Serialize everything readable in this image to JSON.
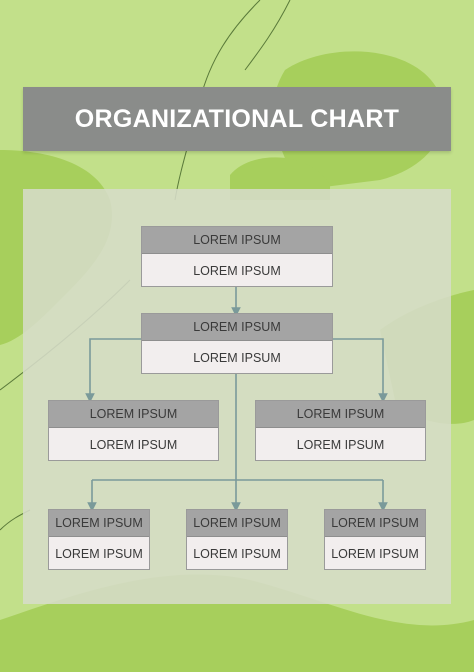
{
  "title": "ORGANIZATIONAL CHART",
  "colors": {
    "background": "#c2e08a",
    "blob": "#a7cf5c",
    "banner": "#8a8c8a",
    "panel": "#d6dcc8",
    "node_header": "#a4a4a4",
    "node_body": "#f2eeee",
    "connector": "#7a9a9a"
  },
  "nodes": [
    {
      "id": "ceo",
      "header": "LOREM IPSUM",
      "body": "LOREM IPSUM"
    },
    {
      "id": "director",
      "header": "LOREM IPSUM",
      "body": "LOREM IPSUM"
    },
    {
      "id": "manager-left",
      "header": "LOREM IPSUM",
      "body": "LOREM IPSUM"
    },
    {
      "id": "manager-right",
      "header": "LOREM IPSUM",
      "body": "LOREM IPSUM"
    },
    {
      "id": "staff-left",
      "header": "LOREM IPSUM",
      "body": "LOREM IPSUM"
    },
    {
      "id": "staff-center",
      "header": "LOREM IPSUM",
      "body": "LOREM IPSUM"
    },
    {
      "id": "staff-right",
      "header": "LOREM IPSUM",
      "body": "LOREM IPSUM"
    }
  ],
  "edges": [
    {
      "from": "ceo",
      "to": "director"
    },
    {
      "from": "director",
      "to": "manager-left"
    },
    {
      "from": "director",
      "to": "manager-right"
    },
    {
      "from": "director",
      "to": "staff-left"
    },
    {
      "from": "director",
      "to": "staff-center"
    },
    {
      "from": "director",
      "to": "staff-right"
    }
  ]
}
